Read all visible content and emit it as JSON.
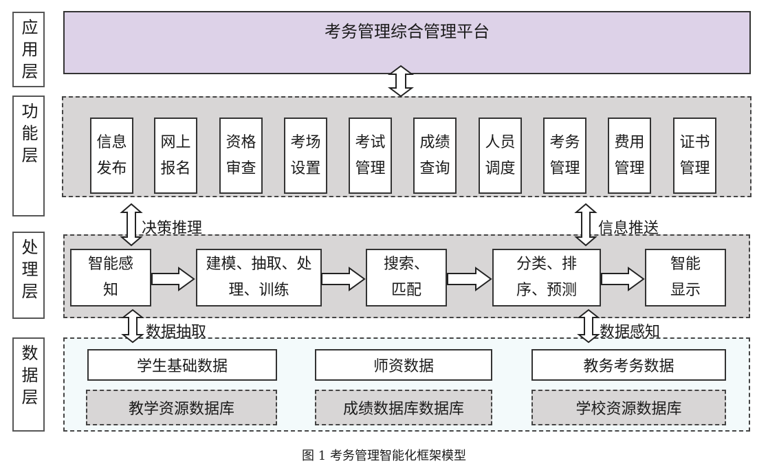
{
  "layers": {
    "app": "应用层",
    "function": "功能层",
    "processing": "处理层",
    "data": "数据层"
  },
  "app_platform": "考务管理综合管理平台",
  "function_modules": [
    "信息发布",
    "网上报名",
    "资格审查",
    "考场设置",
    "考试管理",
    "成绩查询",
    "人员调度",
    "考务管理",
    "费用管理",
    "证书管理"
  ],
  "process_steps": [
    "智能感知",
    "建模、抽取、处理、训练",
    "搜索、匹配",
    "分类、排序、预测",
    "智能显示"
  ],
  "flow_labels": {
    "decision": "决策推理",
    "push": "信息推送",
    "extract": "数据抽取",
    "sense": "数据感知"
  },
  "data_sources": [
    "学生基础数据",
    "师资数据",
    "教务考务数据"
  ],
  "databases": [
    "教学资源数据库",
    "成绩数据库数据库",
    "学校资源数据库"
  ],
  "caption": "图 1 考务管理智能化框架模型"
}
